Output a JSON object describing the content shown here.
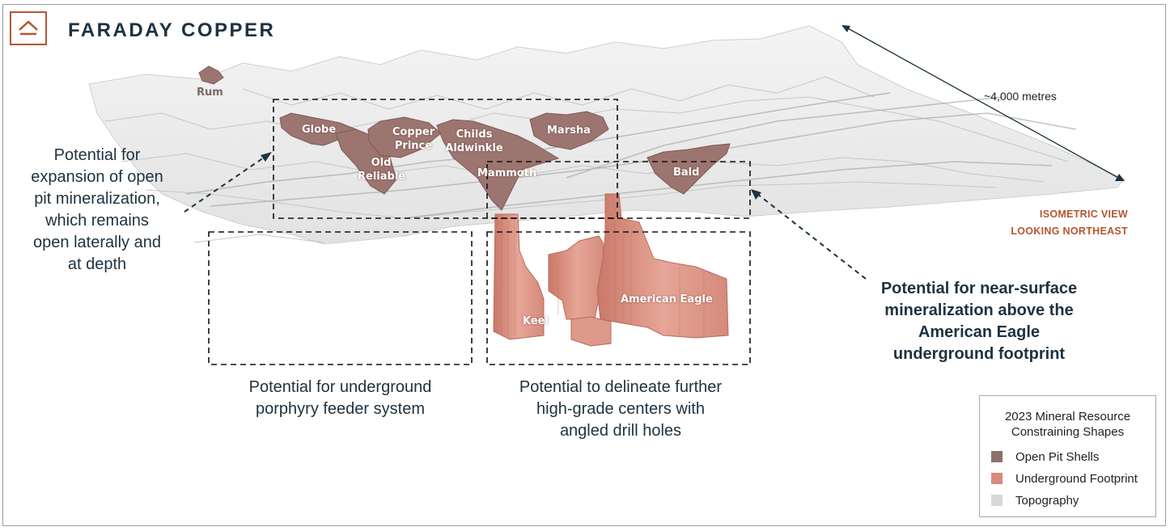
{
  "brand": {
    "name": "FARADAY COPPER"
  },
  "sites": {
    "rum": "Rum",
    "globe": "Globe",
    "old_reliable_1": "Old",
    "old_reliable_2": "Reliable",
    "copper_prince_1": "Copper",
    "copper_prince_2": "Prince",
    "childs_aldwinkle_1": "Childs",
    "childs_aldwinkle_2": "Aldwinkle",
    "marsha": "Marsha",
    "mammoth": "Mammoth",
    "bald": "Bald",
    "keel": "Keel",
    "american_eagle": "American Eagle"
  },
  "callouts": {
    "expansion": [
      "Potential for",
      "expansion of open",
      "pit mineralization,",
      "which remains",
      "open laterally and",
      "at depth"
    ],
    "feeder": [
      "Potential for underground",
      "porphyry feeder system"
    ],
    "delineate": [
      "Potential to delineate further",
      "high-grade centers with",
      "angled drill holes"
    ],
    "near_surface": [
      "Potential for near-surface",
      "mineralization above the",
      "American Eagle",
      "underground footprint"
    ]
  },
  "scale_label": "~4,000 metres",
  "view_label": [
    "ISOMETRIC VIEW",
    "LOOKING NORTHEAST"
  ],
  "legend": {
    "title": [
      "2023 Mineral Resource",
      "Constraining Shapes"
    ],
    "items": [
      {
        "label": "Open Pit Shells",
        "color": "#8e6f6a"
      },
      {
        "label": "Underground Footprint",
        "color": "#d98b7c"
      },
      {
        "label": "Topography",
        "color": "#d8d8d8"
      }
    ]
  },
  "colors": {
    "brand": "#b4562f",
    "navy": "#1d3240",
    "pit": "#9c7571",
    "underground": "#d98b7c",
    "terrain": "#e9e9e9"
  }
}
